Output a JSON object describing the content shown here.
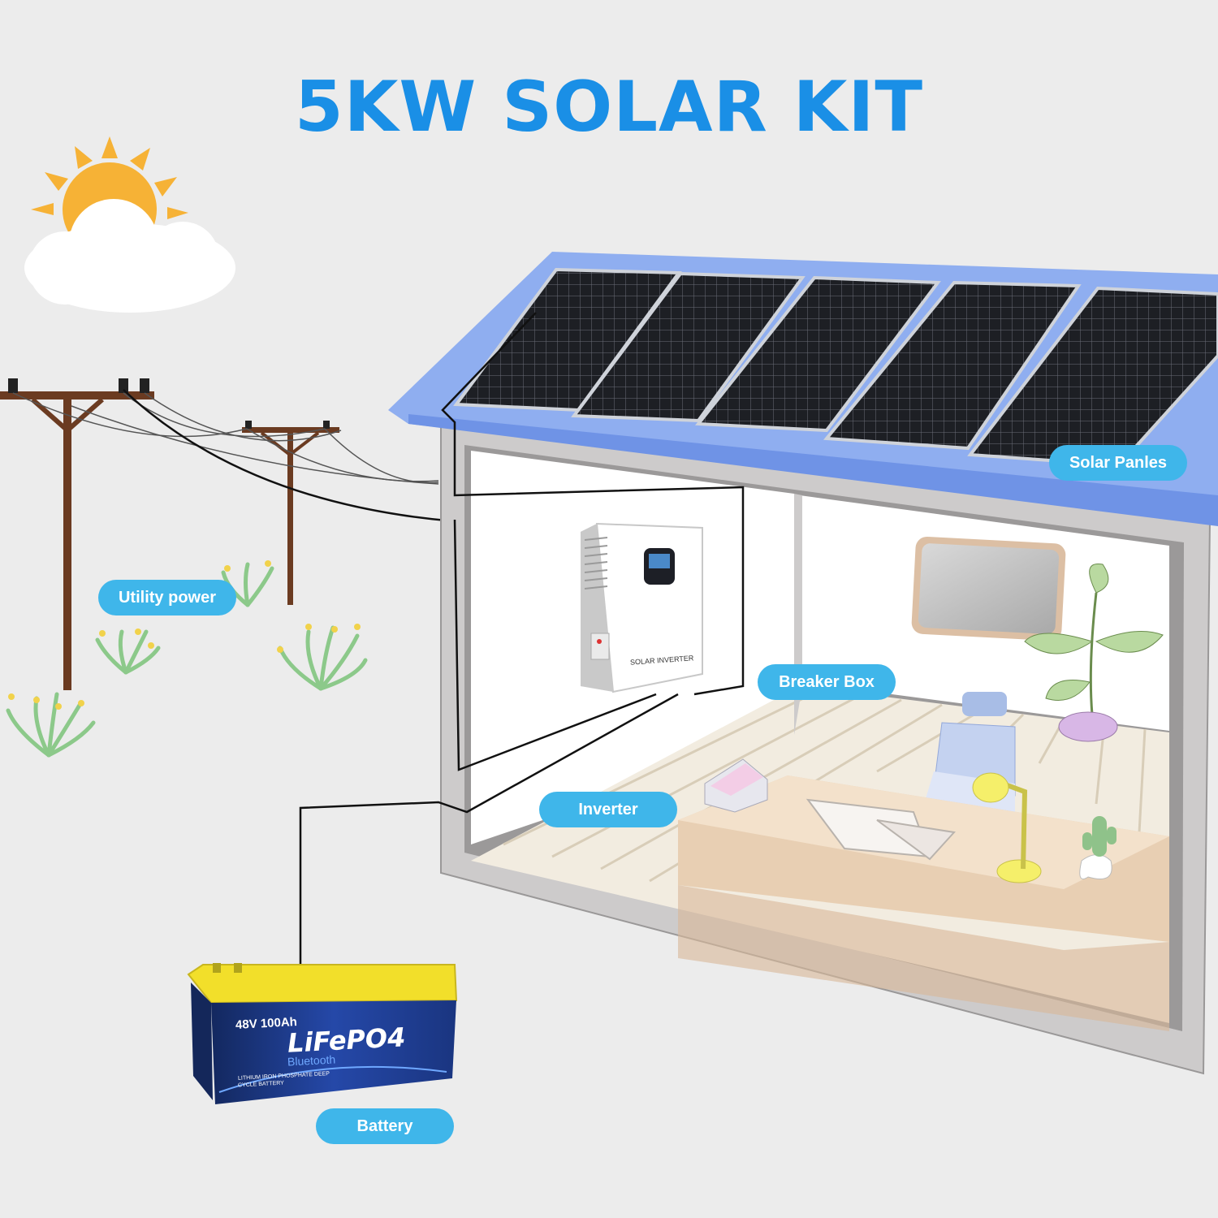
{
  "title": "5KW SOLAR KIT",
  "labels": {
    "solar_panels": "Solar Panles",
    "utility_power": "Utility power",
    "breaker_box": "Breaker Box",
    "inverter": "Inverter",
    "battery": "Battery"
  },
  "inverter_device": {
    "label": "SOLAR INVERTER"
  },
  "battery_device": {
    "spec": "48V 100Ah",
    "chemistry": "LiFePO4",
    "feature": "Bluetooth",
    "description_line1": "LITHIUM IRON PHOSPHATE DEEP",
    "description_line2": "CYCLE BATTERY"
  },
  "colors": {
    "title": "#1a8fe6",
    "label_pill": "#3fb6ea",
    "roof": "#8faef0",
    "background": "#ececec",
    "battery_top": "#f2df2a",
    "battery_body": "#1b3a8c"
  }
}
